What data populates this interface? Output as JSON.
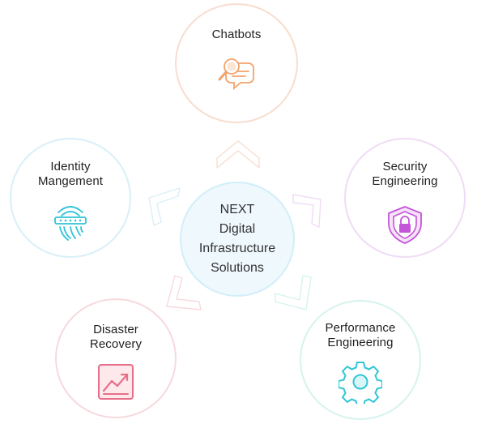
{
  "center": {
    "lines": [
      "NEXT",
      "Digital",
      "Infrastructure",
      "Solutions"
    ]
  },
  "nodes": {
    "chatbots": {
      "lines": [
        "Chatbots"
      ],
      "color": "#f2a36b",
      "ring": "#f8ddcf"
    },
    "identity": {
      "lines": [
        "Identity",
        "Mangement"
      ],
      "color": "#30c4d8",
      "ring": "#d9eff8"
    },
    "security": {
      "lines": [
        "Security",
        "Engineering"
      ],
      "color": "#c454d8",
      "ring": "#efdcf5"
    },
    "disaster": {
      "lines": [
        "Disaster",
        "Recovery"
      ],
      "color": "#e86f8a",
      "ring": "#f7d9dd"
    },
    "performance": {
      "lines": [
        "Performance",
        "Engineering"
      ],
      "color": "#2fc6d6",
      "ring": "#d6f3ef"
    }
  },
  "icons": {
    "chatbots": "chat-search-icon",
    "identity": "fingerprint-icon",
    "security": "shield-lock-icon",
    "disaster": "trend-chart-icon",
    "performance": "gear-icon"
  }
}
